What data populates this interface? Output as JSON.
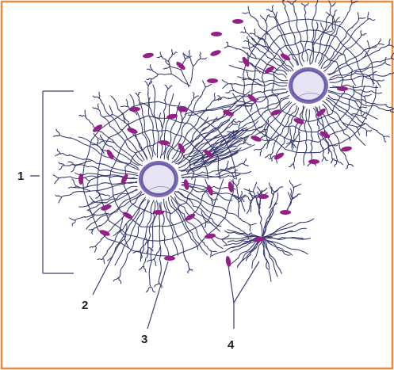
{
  "figure": {
    "labels": [
      {
        "id": "1",
        "text": "1"
      },
      {
        "id": "2",
        "text": "2"
      },
      {
        "id": "3",
        "text": "3"
      },
      {
        "id": "4",
        "text": "4"
      }
    ]
  },
  "colors": {
    "frame": "#ef8a3a",
    "fibers": "#35386e",
    "nucleus": "#951f87",
    "vessel_fill": "#e6e4f5",
    "vessel_wall": "#6a5aa8"
  }
}
